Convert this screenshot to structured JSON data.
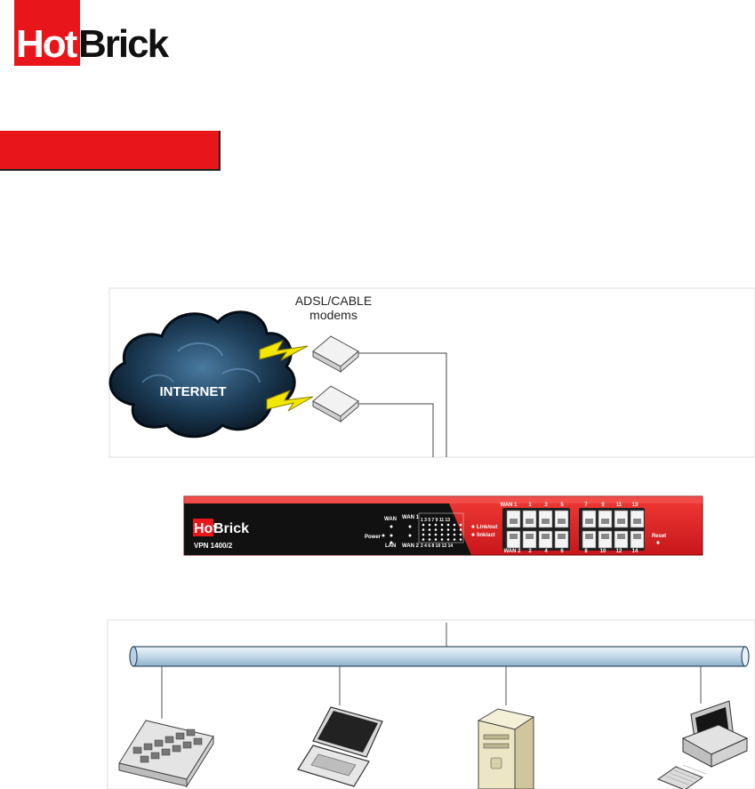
{
  "logo": {
    "hot": "Hot",
    "brick": "Brick"
  },
  "diagram": {
    "modems_label_line1": "ADSL/CABLE",
    "modems_label_line2": "modems",
    "cloud_label": "INTERNET",
    "device": {
      "brand_hot": "Hot",
      "brand_brick": "Brick",
      "model": "VPN 1400/2",
      "led_wan": "WAN",
      "led_power": "Power",
      "led_lan": "LAN",
      "led_wan1": "WAN 1",
      "led_wan2": "WAN 2",
      "led_top_numbers": "1 3 5 7 9 11 13",
      "led_bottom_numbers": "2 4 6 8 10 12 14",
      "legend_link_out": "Link/out",
      "legend_link_act": "link/act",
      "port_top_labels": [
        "WAN 1",
        "1",
        "3",
        "5",
        "7",
        "9",
        "11",
        "13"
      ],
      "port_bottom_labels": [
        "WAN 2",
        "2",
        "4",
        "6",
        "8",
        "10",
        "12",
        "14"
      ],
      "reset_label": "Reset"
    }
  },
  "colors": {
    "brand_red": "#e8151b",
    "cloud_dark": "#0e2233",
    "pipe_blue": "#c9dcea"
  }
}
